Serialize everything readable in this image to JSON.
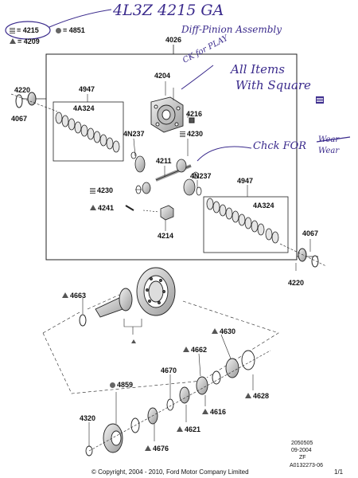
{
  "handwriting": {
    "part_number": "4L3Z 4215 GA",
    "description": "Diff-Pinion Assembly",
    "check_play": "CK for PLAY",
    "note_line1": "All Items",
    "note_line2": "With Square",
    "check_wear_prefix": "Chck FOR",
    "check_wear_crossed": "Wear",
    "check_wear_word": "Wear"
  },
  "legend": {
    "item1": "= 4215",
    "item2": "= 4851",
    "item3": "= 4209"
  },
  "parts": {
    "p4026": "4026",
    "p4204": "4204",
    "p4216": "4216",
    "p4220a": "4220",
    "p4067a": "4067",
    "p4947a": "4947",
    "p4A324a": "4A324",
    "p4N237a": "4N237",
    "p4230a": "4230",
    "p4211": "4211",
    "p4N237b": "4N237",
    "p4947b": "4947",
    "p4A324b": "4A324",
    "p4230b": "4230",
    "p4241": "4241",
    "p4214": "4214",
    "p4067b": "4067",
    "p4220b": "4220",
    "p4663": "4663",
    "p4630": "4630",
    "p4662": "4662",
    "p4670": "4670",
    "p4859": "4859",
    "p4628": "4628",
    "p4616": "4616",
    "p4621": "4621",
    "p4320": "4320",
    "p4676": "4676"
  },
  "codes": {
    "c1": "2050505",
    "c2": "09-2004",
    "c3": "ZF",
    "c4": "A0132273-06"
  },
  "footer": {
    "copyright": "© Copyright, 2004 - 2010, Ford Motor Company Limited",
    "page": "1/1"
  },
  "colors": {
    "ink": "#3a2a8c",
    "line": "#222222",
    "part_fill": "#d9d9d9"
  }
}
